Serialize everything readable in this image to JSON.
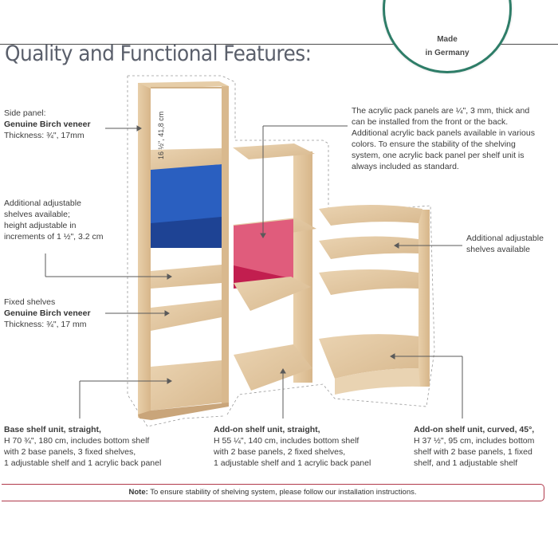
{
  "header": {
    "title": "Quality and Functional Features:",
    "badge": {
      "line1": "Made",
      "line2": "in Germany",
      "ring_color": "#2e7d68"
    }
  },
  "callouts": {
    "side_panel": {
      "line1": "Side panel:",
      "line2": "Genuine Birch veneer",
      "line3": "Thickness: ¾\", 17mm"
    },
    "adjustable_left": {
      "line1": "Additional adjustable",
      "line2": "shelves available;",
      "line3": "height adjustable in",
      "line4": "increments of 1 ½\", 3.2 cm"
    },
    "fixed_shelves": {
      "line1": "Fixed shelves",
      "line2": "Genuine Birch veneer",
      "line3": "Thickness: ¾\", 17 mm"
    },
    "acrylic": {
      "line1": "The acrylic pack panels are ¼\", 3 mm, thick and",
      "line2": "can be installed from the front or the back.",
      "line3": "Additional acrylic back panels available in various",
      "line4": "colors. To ensure the stability of the shelving",
      "line5": "system, one acrylic back panel per shelf unit is",
      "line6": "always included as standard."
    },
    "adjustable_right": {
      "line1": "Additional adjustable",
      "line2": "shelves available"
    },
    "dimension": "16 ½\", 41,8 cm"
  },
  "units": [
    {
      "title": "Base shelf unit, straight,",
      "line1": "H 70 ¾\", 180 cm, includes bottom shelf",
      "line2": "with 2 base panels, 3 fixed shelves,",
      "line3": "1 adjustable shelf and 1 acrylic back panel"
    },
    {
      "title": "Add-on shelf unit, straight,",
      "line1": "H 55 ¼\", 140 cm, includes bottom shelf",
      "line2": "with 2 base panels, 2 fixed shelves,",
      "line3": "1 adjustable shelf and 1 acrylic back panel"
    },
    {
      "title": "Add-on shelf unit, curved, 45°,",
      "line1": "H 37 ½\", 95 cm, includes bottom",
      "line2": "shelf with 2 base panels, 1 fixed",
      "line3": "shelf, and 1 adjustable shelf"
    }
  ],
  "note": {
    "label": "Note:",
    "text": " To ensure stability of shelving system, please follow our installation instructions."
  },
  "colors": {
    "wood": "#e3c9a4",
    "wood_dark": "#cfae85",
    "blue_panel": "#1f4fa8",
    "pink_panel": "#d94b6e",
    "note_border": "#b0384a"
  }
}
